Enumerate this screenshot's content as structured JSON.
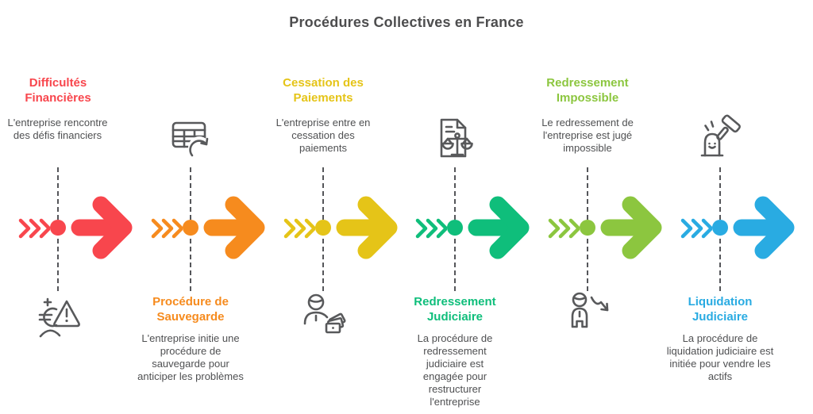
{
  "title": "Procédures Collectives en France",
  "colors": {
    "heading_text": "#4d4d4e",
    "body_text": "#4f5052",
    "icon_stroke": "#58595b",
    "connector": "#55565a"
  },
  "stages": [
    {
      "label": "Difficultés Financières",
      "description": "L'entreprise rencontre des défis financiers",
      "color": "#F8464D",
      "icon": "euro-warning-icon",
      "label_position": "top"
    },
    {
      "label": "Procédure de Sauvegarde",
      "description": "L'entreprise initie une procédure de sauvegarde pour anticiper les problèmes",
      "color": "#F68B1E",
      "icon": "table-refresh-icon",
      "label_position": "bottom"
    },
    {
      "label": "Cessation des Paiements",
      "description": "L'entreprise entre en cessation des paiements",
      "color": "#E5C418",
      "icon": "person-money-icon",
      "label_position": "top"
    },
    {
      "label": "Redressement Judiciaire",
      "description": "La procédure de redressement judiciaire est engagée pour restructurer l'entreprise",
      "color": "#0FBE7B",
      "icon": "document-scales-icon",
      "label_position": "bottom"
    },
    {
      "label": "Redressement Impossible",
      "description": "Le redressement de l'entreprise est jugé impossible",
      "color": "#8CC63F",
      "icon": "person-decline-icon",
      "label_position": "top"
    },
    {
      "label": "Liquidation Judiciaire",
      "description": "La procédure de liquidation judiciaire est initiée pour vendre les actifs",
      "color": "#29ABE2",
      "icon": "gavel-tombstone-icon",
      "label_position": "bottom"
    }
  ]
}
